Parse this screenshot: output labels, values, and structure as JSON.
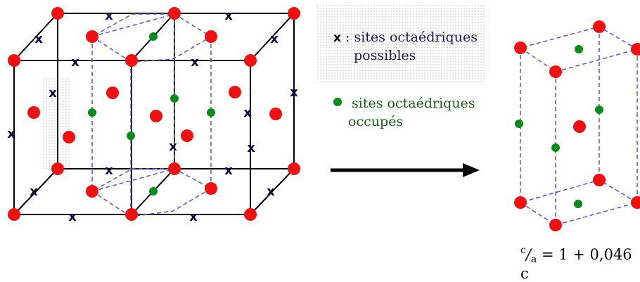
{
  "legend": {
    "x_marker": "x",
    "x_text_1": ": sites octaédriques",
    "x_text_2": "possibles",
    "occupied_text_1": "sites octaédriques",
    "occupied_text_2": "occupés"
  },
  "formula": {
    "c": "c",
    "slash": "/",
    "a": "a",
    "rest": "= 1 + 0,046 c"
  },
  "colors": {
    "atom": "#ee1111",
    "occupied_site": "#0a8a1a",
    "solid_edge": "#000000",
    "dashed_edge": "#6a5acd",
    "x_marker": "#0a0a40"
  },
  "icons": [
    "x-marker",
    "green-dot",
    "red-atom",
    "arrow-right"
  ]
}
